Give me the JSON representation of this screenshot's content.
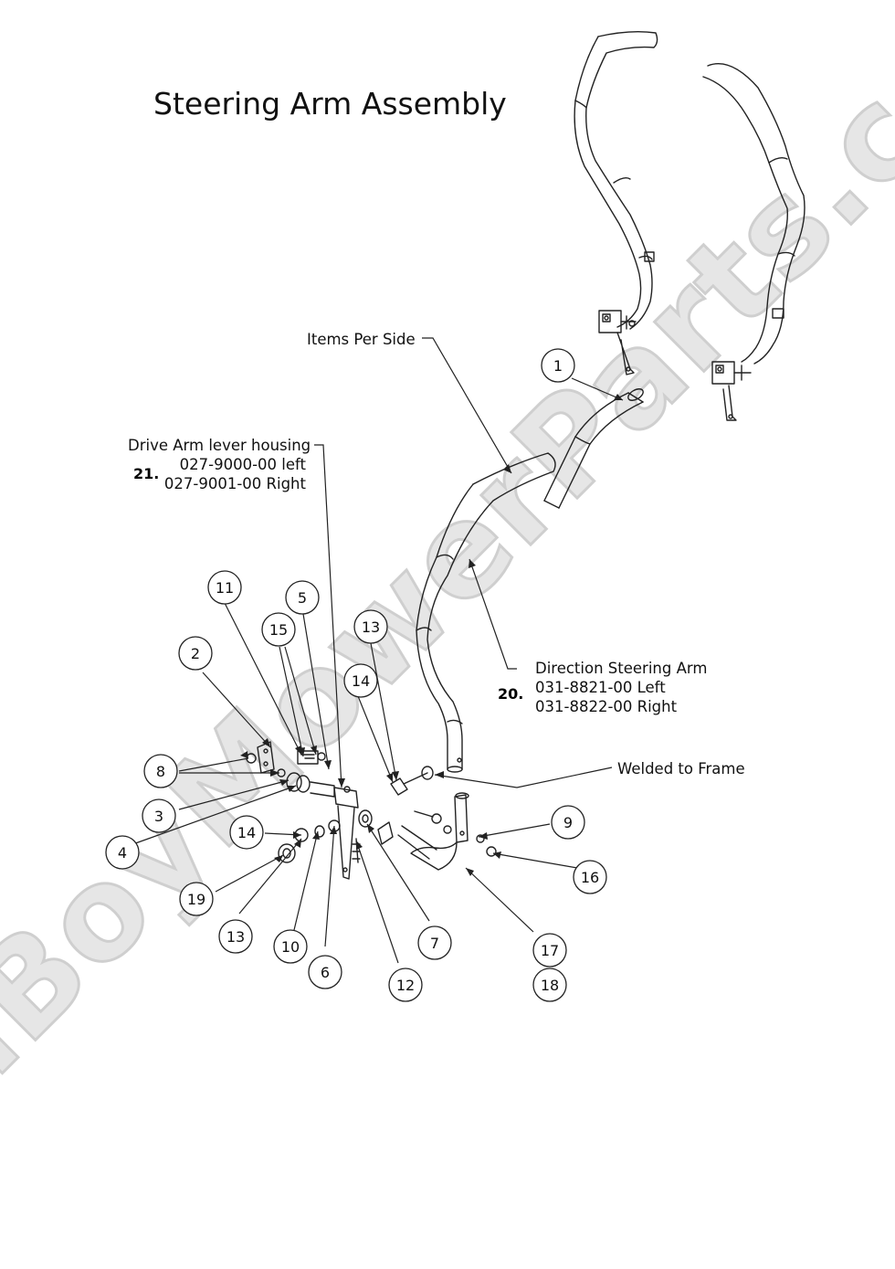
{
  "title": "Steering Arm Assembly",
  "watermark": "BadBoyMowerParts.com",
  "notes": {
    "items_per_side": "Items Per Side",
    "drive_arm": {
      "line1": "Drive Arm lever housing",
      "line2": "027-9000-00 left",
      "line3": "027-9001-00 Right",
      "number": "21."
    },
    "direction_arm": {
      "line1": "Direction Steering Arm",
      "line2": "031-8821-00 Left",
      "line3": "031-8822-00 Right",
      "number": "20."
    },
    "welded": "Welded to Frame"
  },
  "callouts": [
    "1",
    "2",
    "3",
    "4",
    "5",
    "6",
    "7",
    "8",
    "9",
    "10",
    "11",
    "12",
    "13",
    "13",
    "14",
    "14",
    "15",
    "16",
    "17",
    "18",
    "19"
  ]
}
